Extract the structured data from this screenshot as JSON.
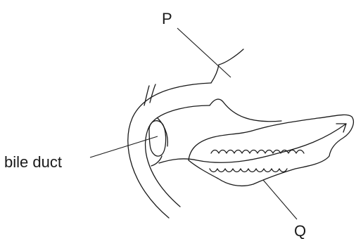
{
  "labels": {
    "p": "P",
    "bile_duct": "bile duct",
    "q": "Q"
  }
}
